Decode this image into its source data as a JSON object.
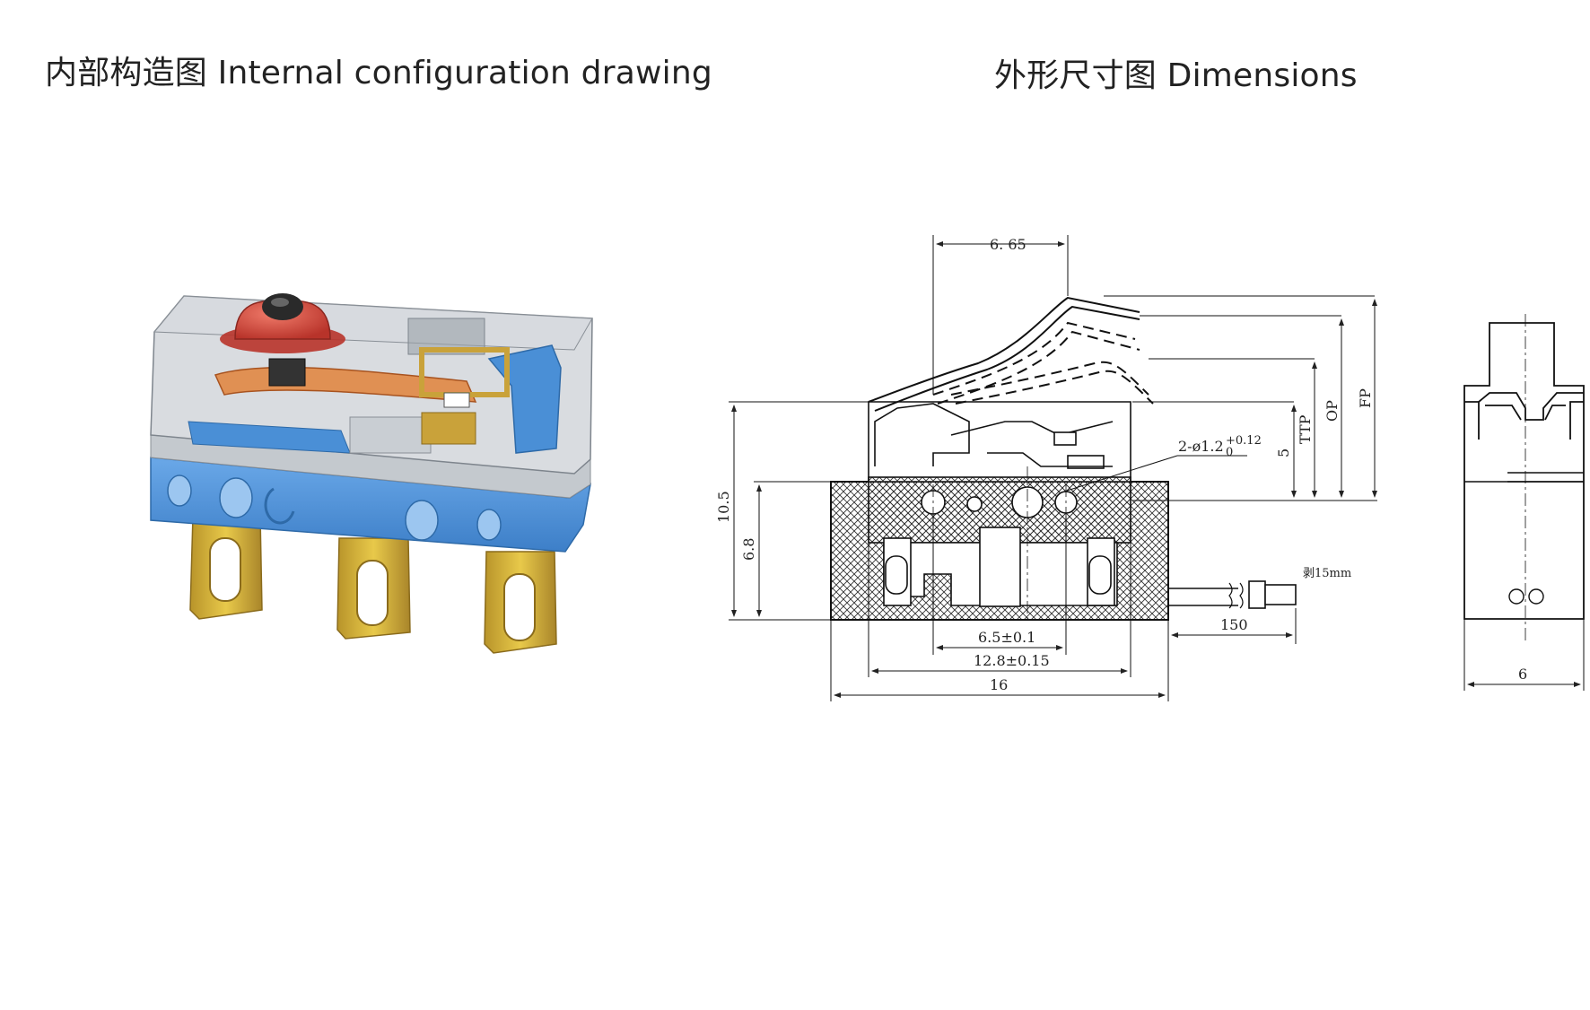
{
  "titles": {
    "left": "内部构造图 Internal configuration drawing",
    "right": "外形尺寸图 Dimensions"
  },
  "dimensions": {
    "top_offset": "6. 65",
    "hole": "2-ø1.2",
    "hole_tol_upper": "+0.12",
    "hole_tol_lower": "0",
    "height_total": "10.5",
    "height_body": "6.8",
    "lever_dim": "5",
    "ttp": "TTP",
    "op": "OP",
    "fp": "FP",
    "pitch": "6.5±0.1",
    "span": "12.8±0.15",
    "width": "16",
    "wire_len": "150",
    "wire_strip": "剥15mm",
    "depth": "6"
  },
  "colors": {
    "housing": "#b9bfc7",
    "blue": "#4a8fd6",
    "red": "#d8473a",
    "orange": "#e0823a",
    "gold": "#d6b43a"
  }
}
